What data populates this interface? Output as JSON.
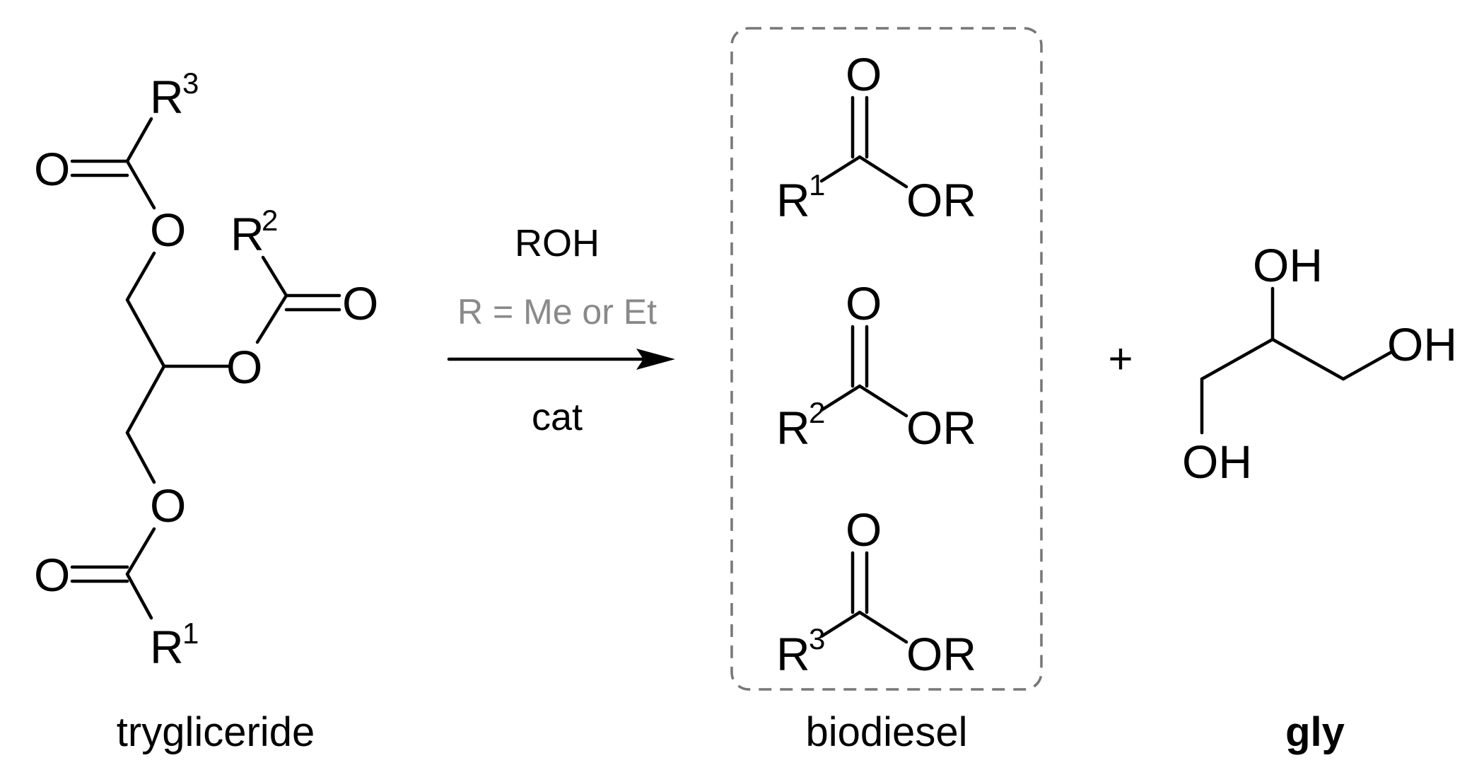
{
  "labels": {
    "triglyceride": "trygliceride",
    "biodiesel": "biodiesel",
    "glycerol": "gly"
  },
  "conditions": {
    "reagent": "ROH",
    "r_definition": "R = Me or Et",
    "catalyst": "cat"
  },
  "plus": "+",
  "atoms": {
    "oxygen": "O",
    "ester_or": "OR",
    "hydroxyl": "OH",
    "r": "R"
  },
  "substituents": {
    "r1": "1",
    "r2": "2",
    "r3": "3"
  },
  "colors": {
    "ink": "#000000",
    "condition_gray": "#8a8a8a",
    "box_dash": "#777777"
  }
}
